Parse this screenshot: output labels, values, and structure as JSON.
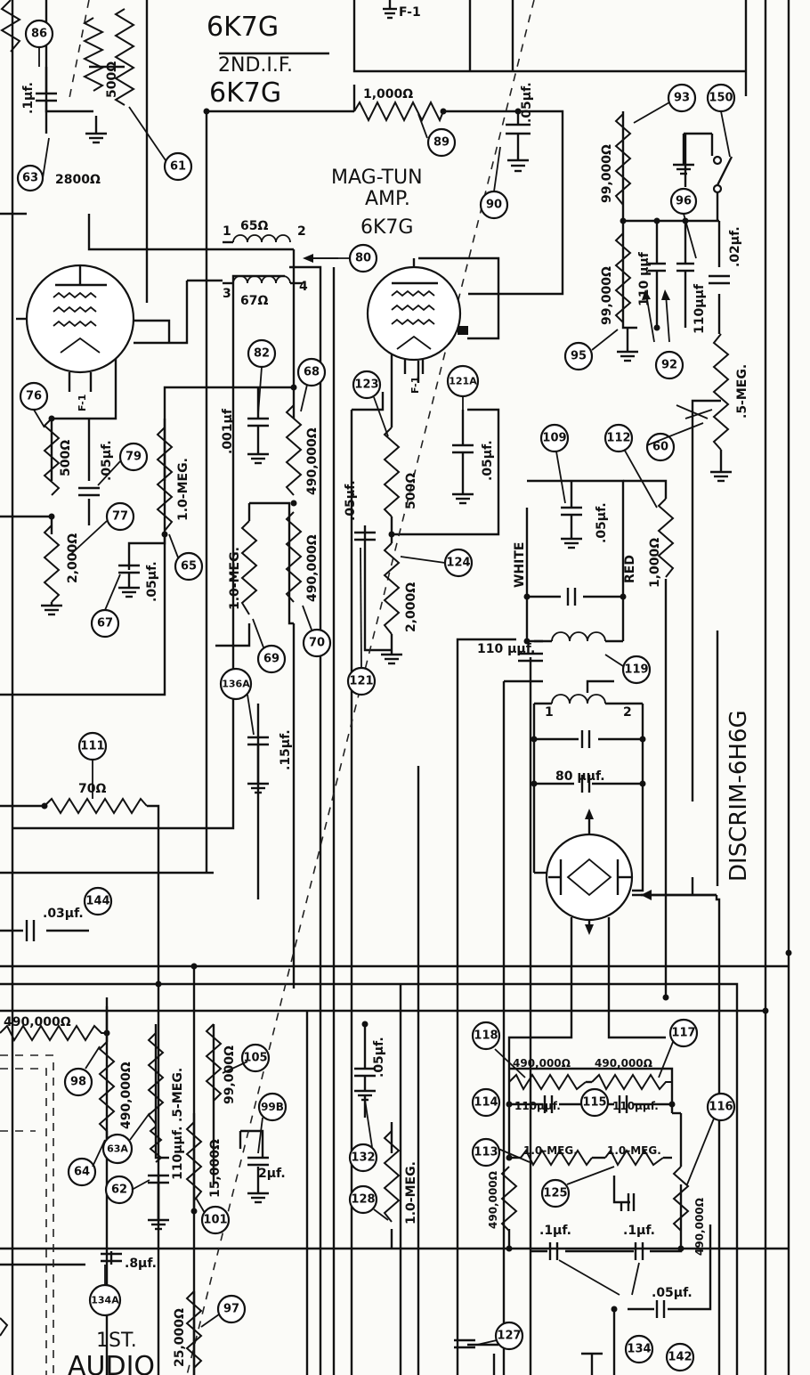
{
  "tube_labels": {
    "top_6k7g": "6K7G",
    "second_if_line1": "2ND.I.F.",
    "second_if_line2": "6K7G",
    "magtun_line1": "MAG-TUN",
    "magtun_line2": "AMP.",
    "magtun_line3": "6K7G",
    "discrim": "DISCRIM-6H6G",
    "first_audio_line1": "1ST.",
    "first_audio_line2": "AUDIO"
  },
  "misc_labels": {
    "f1_top": "F-1",
    "f1_a": "F-1",
    "f1_b": "F-1",
    "white": "WHITE",
    "red": "RED",
    "coil_1_top": "1",
    "coil_2_top": "2",
    "coil_3": "3",
    "coil_4": "4",
    "coil_1_bot": "1",
    "coil_2_bot": "2"
  },
  "component_values": {
    "r_1000": "1,000Ω",
    "c_05_top": ".05µf.",
    "c_1_top": ".1µf.",
    "r_500_top": "500Ω",
    "r_2800": "2800Ω",
    "l_65": "65Ω",
    "l_67": "67Ω",
    "r_99000_a": "99,000Ω",
    "r_99000_b": "99,000Ω",
    "c_110_a": "110 µµf",
    "c_110_b": "110µµf",
    "c_02": ".02µf.",
    "r_5meg_right": ".5-MEG.",
    "r_500_left": "500Ω",
    "c_05_79": ".05µf.",
    "r_1meg_65": "1.0-MEG.",
    "r_2000_left": "2,000Ω",
    "c_05_67": ".05µf.",
    "c_001": ".001µf",
    "r_490000_68": "490,000Ω",
    "r_490000_70": "490,000Ω",
    "r_1meg_69": "1.0-MEG.",
    "c_05_121": ".05µf.",
    "r_500_123": "500Ω",
    "r_2000_124": "2,000Ω",
    "c_05_121a": ".05µf.",
    "c_05_109": ".05µf.",
    "r_1000_112": "1,000Ω",
    "c_110_119": "110 µµf.",
    "c_80": "80 µµf.",
    "c_15": ".15µf.",
    "r_70": "70Ω",
    "c_03": ".03µf.",
    "r_490000_98": "490,000Ω",
    "r_490000_64": "490,000Ω",
    "r_5meg_63a": ".5-MEG.",
    "c_110_62": "110µµf.",
    "r_99000_105": "99,000Ω",
    "r_15000": "15,000Ω",
    "c_2": "2µf.",
    "c_05_132": ".05µf.",
    "r_1meg_128": "1.0-MEG.",
    "r_490000_118": "490,000Ω",
    "r_490000_117": "490,000Ω",
    "c_110_114": "110µµf.",
    "c_110_115": "110µµf.",
    "r_1meg_113": "1.0-MEG.",
    "r_1meg_125": "1.0-MEG.",
    "r_490000_113": "490,000Ω",
    "r_490000_126": "490,000Ω",
    "c_1_a": ".1µf.",
    "c_1_b": ".1µf.",
    "c_8": ".8µf.",
    "c_05_142": ".05µf.",
    "r_25000": "25,000Ω"
  },
  "ref_numbers": {
    "n86": "86",
    "n61": "61",
    "n63": "63",
    "n89": "89",
    "n90": "90",
    "n93": "93",
    "n150": "150",
    "n96": "96",
    "n80": "80",
    "n92": "92",
    "n95": "95",
    "n82": "82",
    "n68": "68",
    "n76": "76",
    "n79": "79",
    "n77": "77",
    "n67": "67",
    "n65": "65",
    "n123": "123",
    "n121a": "121A",
    "n109": "109",
    "n112": "112",
    "n60": "60",
    "n124": "124",
    "n69": "69",
    "n70": "70",
    "n121": "121",
    "n136a": "136A",
    "n119": "119",
    "n111": "111",
    "n144": "144",
    "n118": "118",
    "n117": "117",
    "n105": "105",
    "n98": "98",
    "n99b": "99B",
    "n114": "114",
    "n115": "115",
    "n116": "116",
    "n63a": "63A",
    "n64": "64",
    "n132": "132",
    "n113": "113",
    "n62": "62",
    "n101": "101",
    "n125": "125",
    "n128": "128",
    "n134a": "134A",
    "n97": "97",
    "n134": "134",
    "n142": "142",
    "n127": "127"
  }
}
